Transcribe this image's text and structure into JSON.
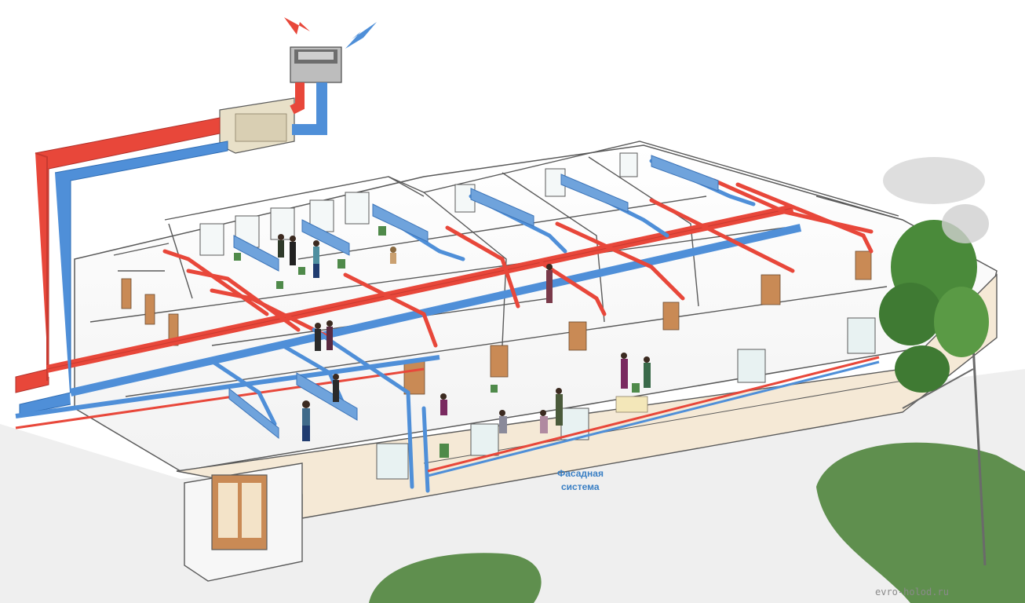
{
  "diagram": {
    "facade_label_line1": "Фасадная",
    "facade_label_line2": "система",
    "watermark": "evro-holod.ru"
  },
  "colors": {
    "supply_duct": "#e8473a",
    "return_duct": "#4f8fd8",
    "diffuser": "#6fa3dc",
    "floor": "#ffffff",
    "wall": "#f5e9d6",
    "wall_edge": "#5a5a5a",
    "door": "#c98a55",
    "lawn": "#5f8f4e",
    "tree_foliage": "#4a8a3a",
    "label": "#3a7fc4"
  }
}
